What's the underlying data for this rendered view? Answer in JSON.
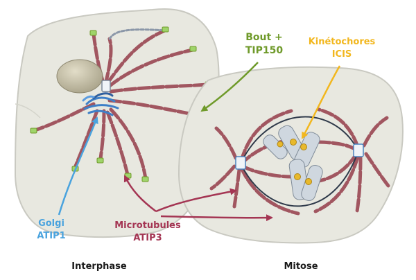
{
  "labels": {
    "plus_end": {
      "line1": "Bout +",
      "line2": "TIP150"
    },
    "kinetochores": {
      "line1": "Kinétochores",
      "line2": "ICIS"
    },
    "golgi": {
      "line1": "Golgi",
      "line2": "ATIP1"
    },
    "microtubules": {
      "line1": "Microtubules",
      "line2": "ATIP3"
    },
    "interphase": "Interphase",
    "mitosis": "Mitose"
  },
  "colors": {
    "cell_fill": "#e8e8e0",
    "cell_edge": "#c9c9c1",
    "microtubule": "#a15660",
    "plus_end_tip": "#9fd46a",
    "golgi": "#3d7fc8",
    "nucleus": "#c9c3aa",
    "chromosome": "#cfd7df",
    "kinetochore": "#e8b92c",
    "arrow_green": "#6f9a2a",
    "arrow_yellow": "#f2b71e",
    "arrow_blue": "#4aa3de",
    "arrow_red": "#a43553"
  }
}
